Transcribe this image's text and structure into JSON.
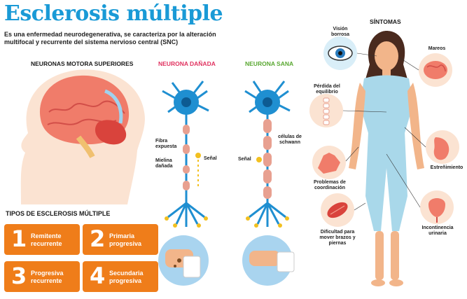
{
  "title": "Esclerosis múltiple",
  "subtitle": "Es una enfermedad neurodegenerativa, se caracteriza por la alteración multifocal y recurrente del sistema nervioso central (SNC)",
  "sections": {
    "upper_motor": "NEURONAS MOTORA SUPERIORES",
    "damaged": "NEURONA DAÑADA",
    "healthy": "NEURONA SANA",
    "symptoms": "SÍNTOMAS"
  },
  "neuron_labels": {
    "fibra": "Fibra expuesta",
    "mielina": "Mielina dañada",
    "senal_damaged": "Señal",
    "celulas": "células de schwann",
    "senal_healthy": "Señal"
  },
  "types": {
    "header": "TIPOS DE ESCLEROSIS MÚLTIPLE",
    "items": [
      {
        "num": "1",
        "line1": "Remitente",
        "line2": "recurrente"
      },
      {
        "num": "2",
        "line1": "Primaria",
        "line2": "progresiva"
      },
      {
        "num": "3",
        "line1": "Progresiva",
        "line2": "recurrente"
      },
      {
        "num": "4",
        "line1": "Secundaria",
        "line2": "progresiva"
      }
    ]
  },
  "symptoms": {
    "vision": "Visión borrosa",
    "mareos": "Mareos",
    "equilibrio": "Pérdida del equilibrio",
    "coordinacion": "Problemas de coordinación",
    "estrenimiento": "Estreñimiento",
    "dificultad": "Dificultad para mover brazos y piernas",
    "incontinencia": "Incontinencia urinaria"
  },
  "colors": {
    "title_blue": "#1a9ad6",
    "orange": "#ef7d1a",
    "red_header": "#e0325f",
    "green_header": "#5aa832",
    "neuron_blue": "#1f8fd1",
    "myelin": "#e8a090"
  }
}
